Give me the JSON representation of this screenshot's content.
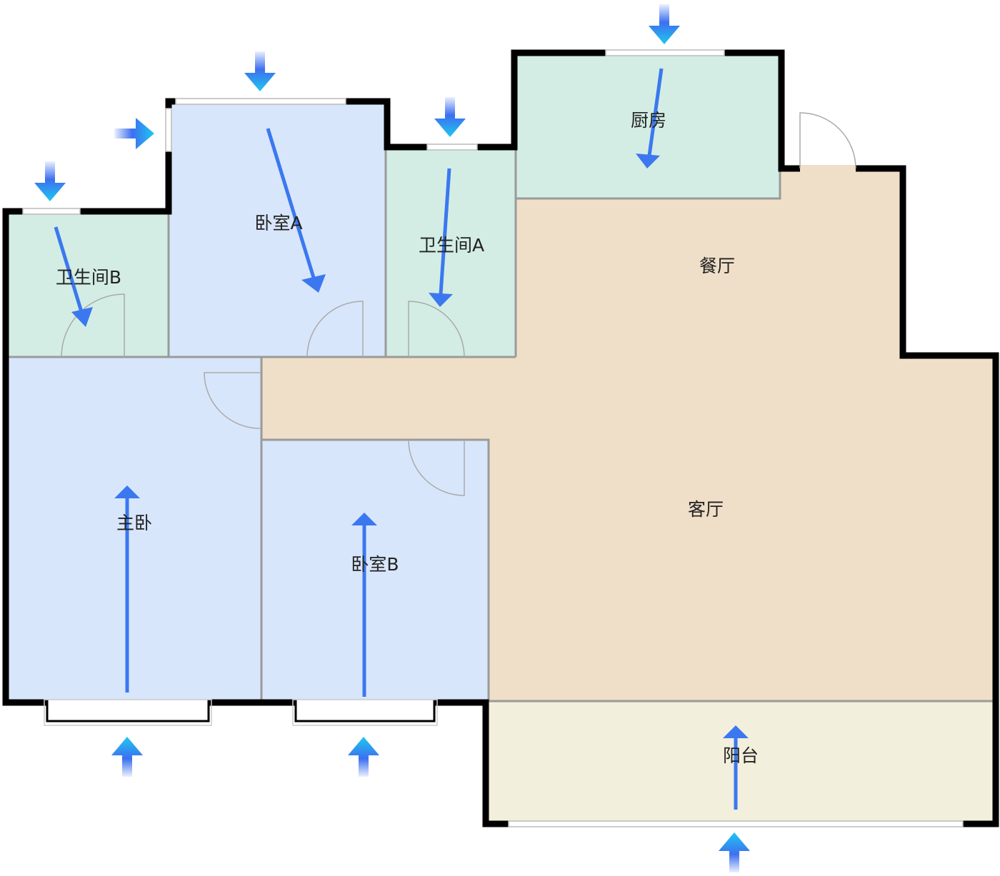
{
  "plan": {
    "rooms": {
      "bathroom_b": "卫生间B",
      "bedroom_a": "卧室A",
      "bathroom_a": "卫生间A",
      "kitchen": "厨房",
      "dining": "餐厅",
      "living": "客厅",
      "master_bedroom": "主卧",
      "bedroom_b": "卧室B",
      "balcony": "阳台"
    },
    "colors": {
      "bedroom": "#d8e6fb",
      "wet_room": "#d3ede4",
      "living": "#f0dfc8",
      "balcony": "#f2efdc",
      "flow_arrow": "#3b78f0",
      "wind_arrow_top": "#1ec8f0",
      "wind_arrow_bottom": "#3d6ff0"
    },
    "airflow_arrows": [
      "down",
      "down",
      "right",
      "down",
      "down",
      "up",
      "up",
      "up"
    ]
  }
}
